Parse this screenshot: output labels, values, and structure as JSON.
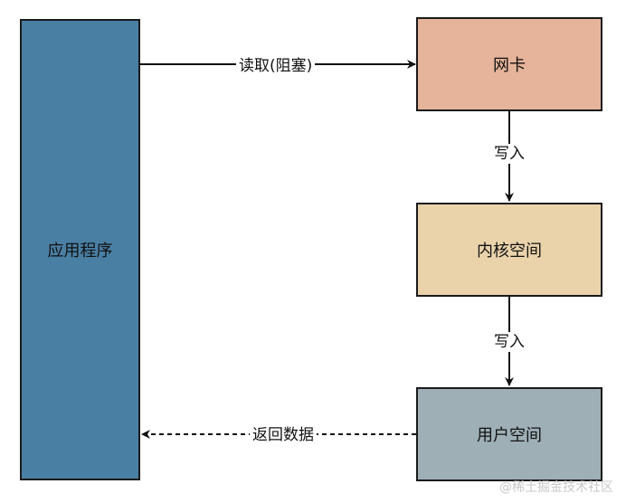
{
  "nodes": {
    "app": {
      "label": "应用程序",
      "color": "#4a7fa4"
    },
    "nic": {
      "label": "网卡",
      "color": "#e6b49b"
    },
    "kernel": {
      "label": "内核空间",
      "color": "#ead3ab"
    },
    "user_space": {
      "label": "用户空间",
      "color": "#9fafb6"
    }
  },
  "edges": {
    "read": {
      "label": "读取(阻塞)"
    },
    "write_1": {
      "label": "写入"
    },
    "write_2": {
      "label": "写入"
    },
    "return": {
      "label": "返回数据"
    }
  },
  "watermark": "@稀土掘金技术社区"
}
